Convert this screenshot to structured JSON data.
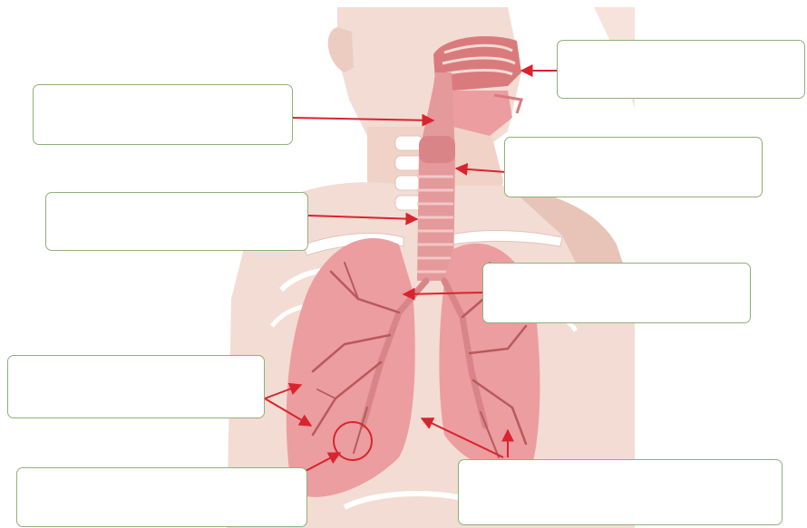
{
  "diagram": {
    "colors": {
      "skin": "#f3dcd3",
      "skin_shadow": "#e8c4b8",
      "lung": "#ec9d9f",
      "airway": "#d97b7d",
      "vessel": "#b9595c",
      "bone": "#ffffff",
      "arrow": "#d8242e",
      "box_border": "#8fb07a"
    },
    "labels": [
      {
        "id": "nasal-cavity",
        "text": ""
      },
      {
        "id": "pharynx",
        "text": ""
      },
      {
        "id": "larynx",
        "text": ""
      },
      {
        "id": "trachea",
        "text": ""
      },
      {
        "id": "bronchus",
        "text": ""
      },
      {
        "id": "bronchioles",
        "text": ""
      },
      {
        "id": "lungs",
        "text": ""
      },
      {
        "id": "alveoli",
        "text": ""
      }
    ]
  }
}
